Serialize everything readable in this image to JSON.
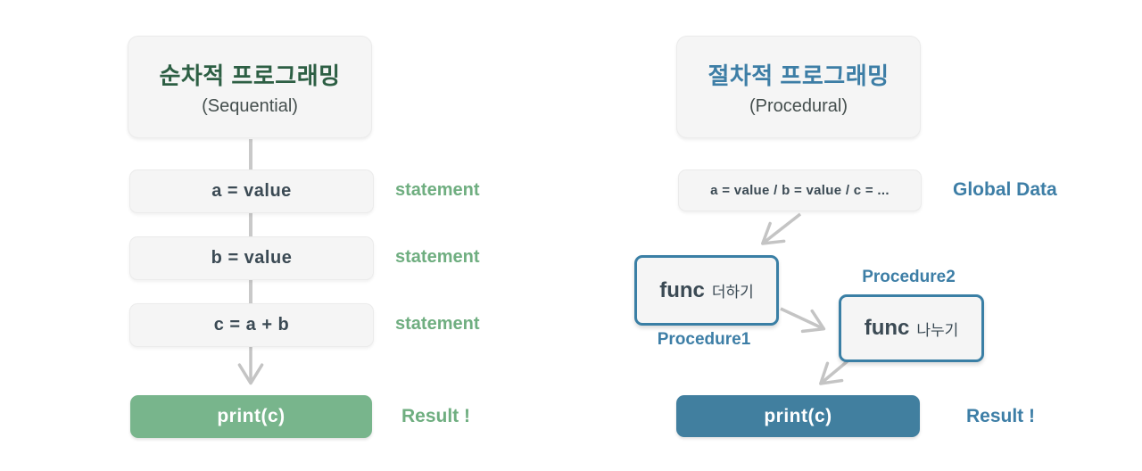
{
  "colors": {
    "green_dark": "#2d5f44",
    "green_label": "#6fae80",
    "green_box": "#78b58c",
    "blue_accent": "#3d7ea6",
    "blue_box": "#417f9f",
    "func_border": "#3a7fa5",
    "code_text": "#3b4a54",
    "arrow_gray": "#c4c4c4",
    "box_bg": "#f5f5f5"
  },
  "left": {
    "title": "순차적 프로그래밍",
    "subtitle": "(Sequential)",
    "steps": [
      {
        "code": "a = value",
        "label": "statement"
      },
      {
        "code": "b = value",
        "label": "statement"
      },
      {
        "code": "c = a + b",
        "label": "statement"
      }
    ],
    "result_box": "print(c)",
    "result_label": "Result !"
  },
  "right": {
    "title": "절차적 프로그래밍",
    "subtitle": "(Procedural)",
    "global_box": "a = value / b = value / c = ...",
    "global_label": "Global Data",
    "procedures": [
      {
        "func": "func",
        "name": "더하기",
        "label": "Procedure1"
      },
      {
        "func": "func",
        "name": "나누기",
        "label": "Procedure2"
      }
    ],
    "result_box": "print(c)",
    "result_label": "Result !"
  }
}
